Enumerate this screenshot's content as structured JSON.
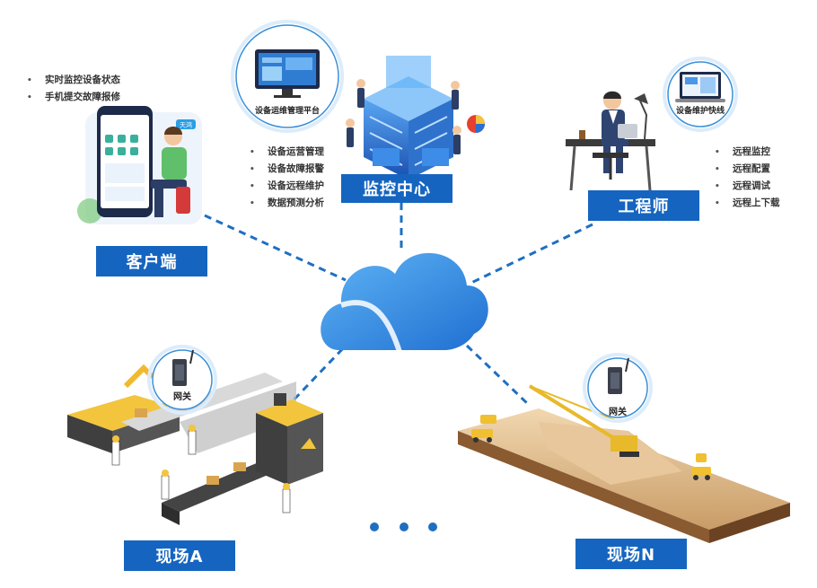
{
  "nodes": {
    "client": {
      "label": "客户端",
      "features": [
        "实时监控设备状态",
        "手机提交故障报修"
      ],
      "badge": "天鸿"
    },
    "monitor": {
      "label": "监控中心",
      "badge": "设备运维管理平台",
      "features": [
        "设备运营管理",
        "设备故障报警",
        "设备远程维护",
        "数据预测分析"
      ]
    },
    "engineer": {
      "label": "工程师",
      "badge": "设备维护快线",
      "features": [
        "远程监控",
        "远程配置",
        "远程调试",
        "远程上下载"
      ]
    },
    "site_a": {
      "label": "现场A",
      "gateway": "网关"
    },
    "site_n": {
      "label": "现场N",
      "gateway": "网关"
    }
  },
  "colors": {
    "accent": "#1565c0",
    "link": "#1e6fc2",
    "cloud": "#2f86df"
  }
}
